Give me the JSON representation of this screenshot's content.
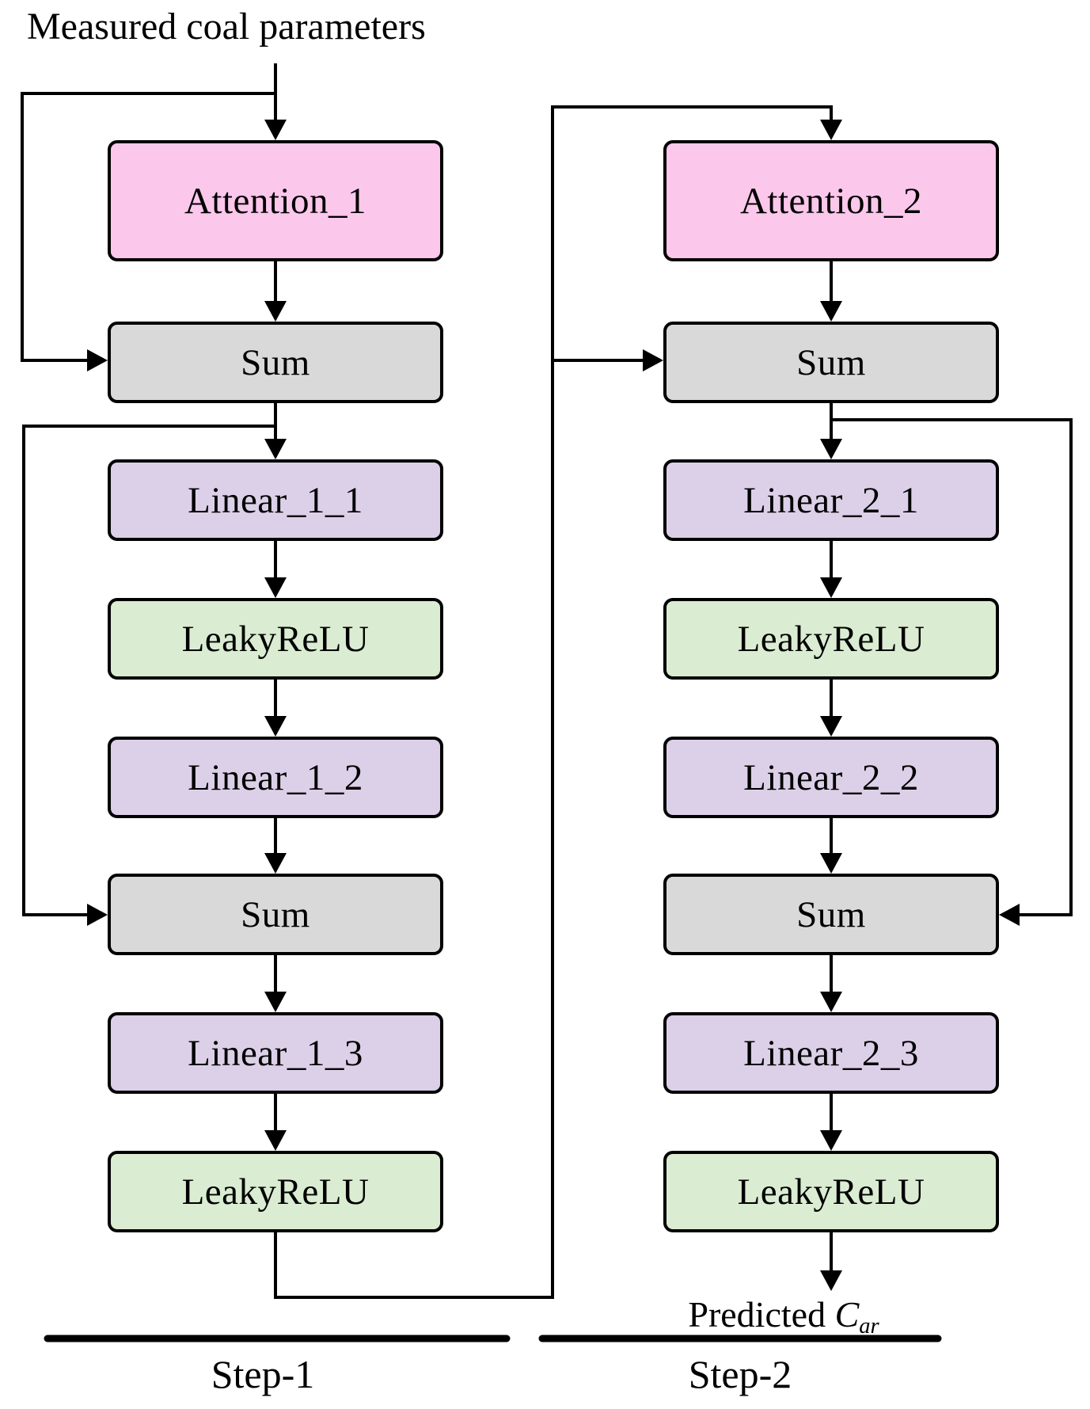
{
  "title": "Measured coal parameters",
  "colors": {
    "attention": "#fbc7eb",
    "sum": "#d9d9d9",
    "linear": "#dcd0e8",
    "relu": "#daecd2",
    "line": "#000000"
  },
  "step1": {
    "label": "Step-1",
    "boxes": [
      {
        "label": "Attention_1",
        "type": "attention"
      },
      {
        "label": "Sum",
        "type": "sum"
      },
      {
        "label": "Linear_1_1",
        "type": "linear"
      },
      {
        "label": "LeakyReLU",
        "type": "relu"
      },
      {
        "label": "Linear_1_2",
        "type": "linear"
      },
      {
        "label": "Sum",
        "type": "sum"
      },
      {
        "label": "Linear_1_3",
        "type": "linear"
      },
      {
        "label": "LeakyReLU",
        "type": "relu"
      }
    ]
  },
  "step2": {
    "label": "Step-2",
    "boxes": [
      {
        "label": "Attention_2",
        "type": "attention"
      },
      {
        "label": "Sum",
        "type": "sum"
      },
      {
        "label": "Linear_2_1",
        "type": "linear"
      },
      {
        "label": "LeakyReLU",
        "type": "relu"
      },
      {
        "label": "Linear_2_2",
        "type": "linear"
      },
      {
        "label": "Sum",
        "type": "sum"
      },
      {
        "label": "Linear_2_3",
        "type": "linear"
      },
      {
        "label": "LeakyReLU",
        "type": "relu"
      }
    ]
  },
  "output": {
    "prefix": "Predicted ",
    "symbol": "C",
    "subscript": "ar"
  }
}
